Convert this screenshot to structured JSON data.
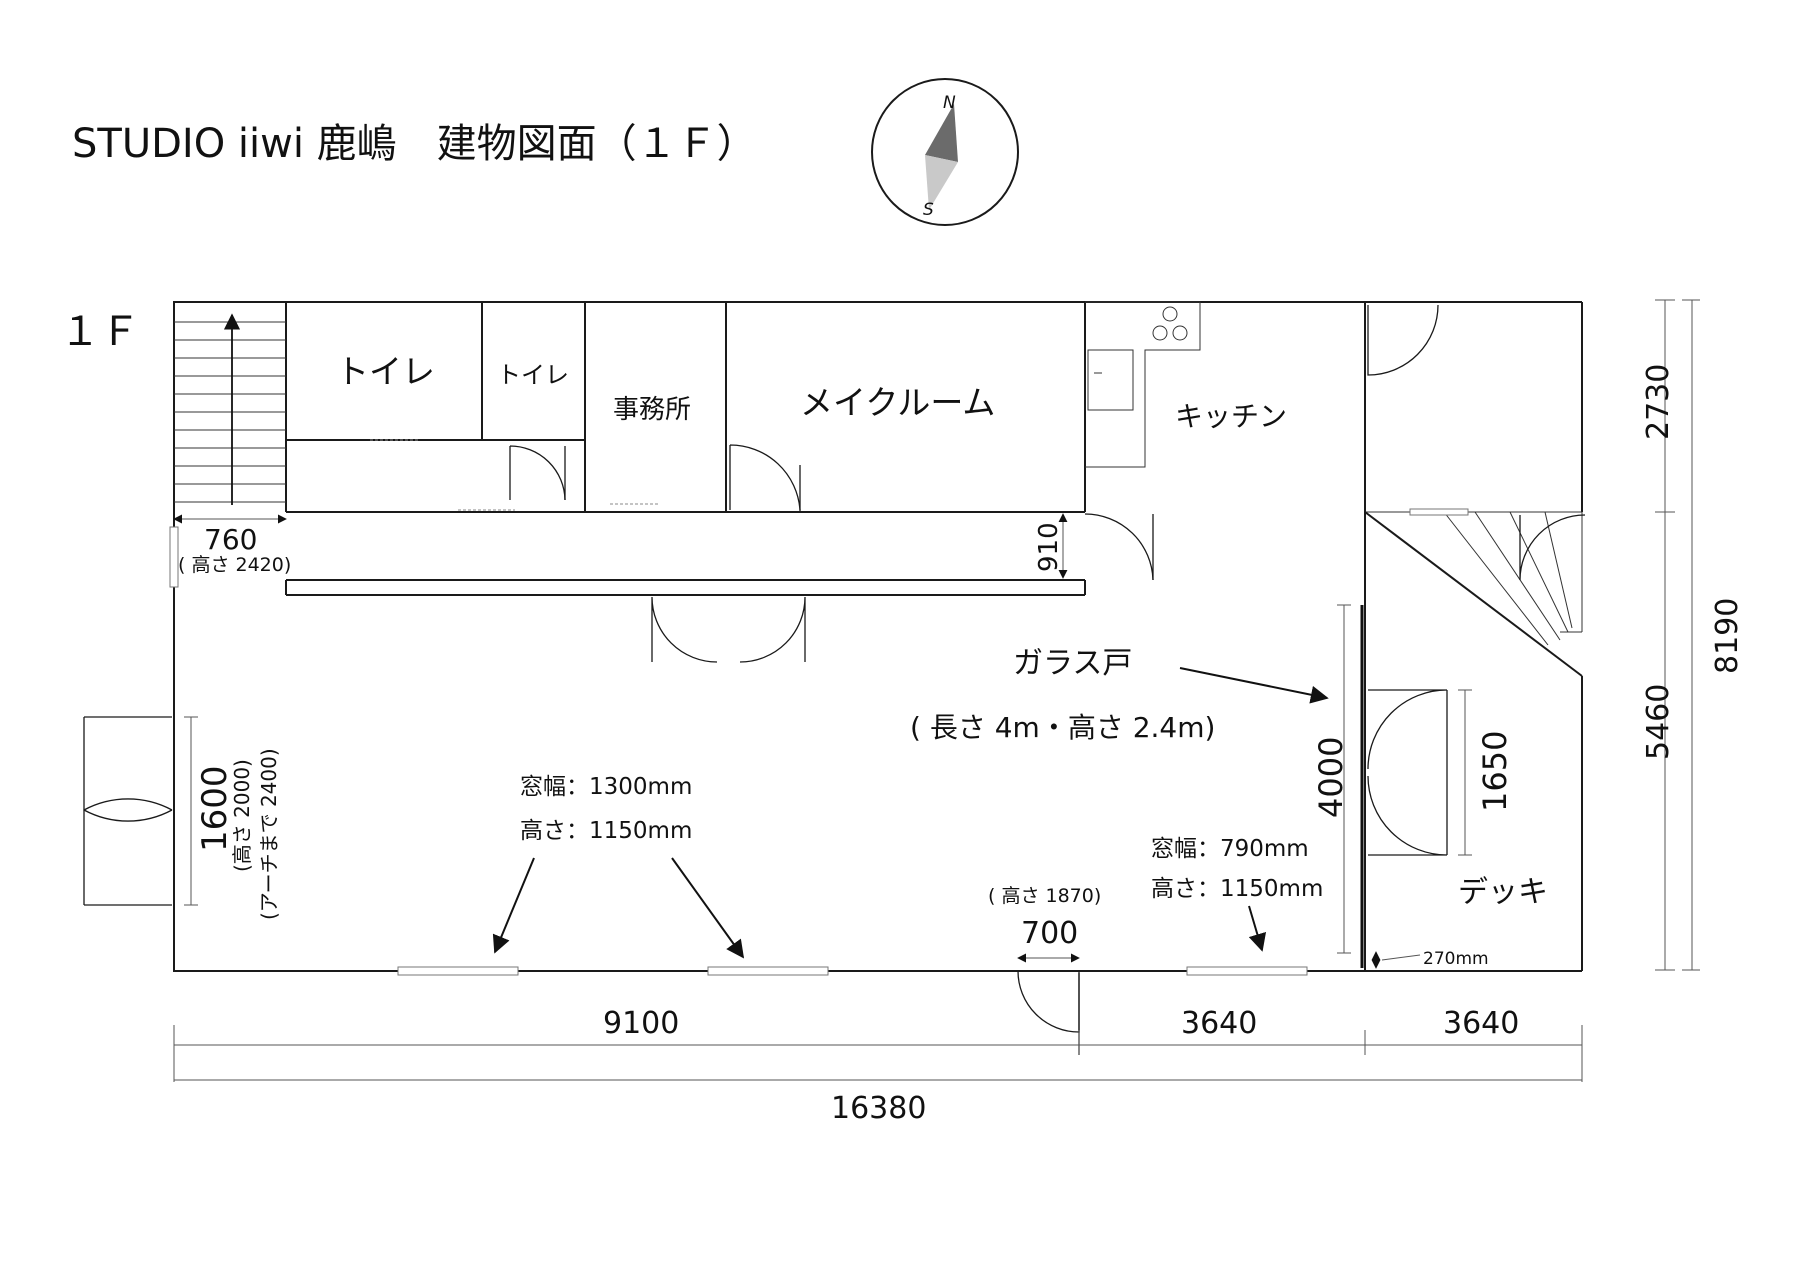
{
  "title": "STUDIO iiwi 鹿嶋　建物図面（１Ｆ）",
  "floor_label": "１Ｆ",
  "compass": {
    "north": "N",
    "south": "S"
  },
  "rooms": {
    "toilet_1": "トイレ",
    "toilet_2": "トイレ",
    "office": "事務所",
    "makeroom": "メイクルーム",
    "kitchen": "キッチン",
    "deck": "デッキ",
    "glass_door": "ガラス戸",
    "glass_door_size": "( 長さ 4m・高さ 2.4m)"
  },
  "annotations": {
    "stair_width": "760",
    "stair_height": "( 高さ 2420)",
    "corridor_width": "910",
    "entrance_width": "1600",
    "entrance_height": "(高さ 2000)",
    "entrance_arch": "(アーチまで 2400)",
    "window1_width": "窓幅：1300mm",
    "window1_height": "高さ：1150mm",
    "window2_width": "窓幅：790mm",
    "window2_height": "高さ：1150mm",
    "door_height": "( 高さ 1870)",
    "door_width": "700",
    "glass_length": "4000",
    "deck_door": "1650",
    "gap": "270mm"
  },
  "dimensions": {
    "bottom_1": "9100",
    "bottom_2": "3640",
    "bottom_3": "3640",
    "total_width": "16380",
    "right_upper": "2730",
    "right_lower": "5460",
    "total_depth": "8190"
  }
}
